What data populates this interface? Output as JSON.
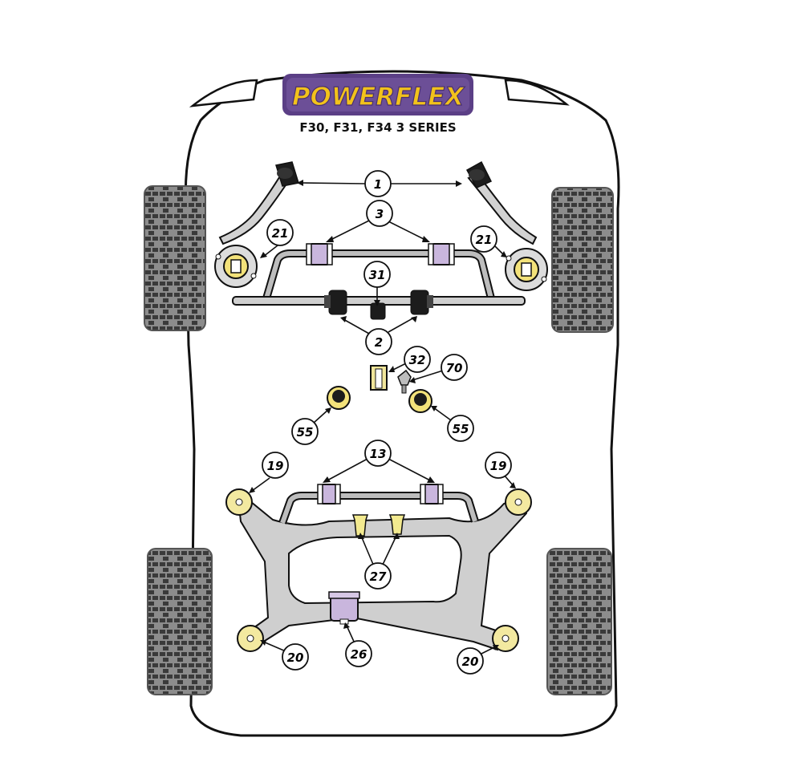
{
  "brand": {
    "logo_text": "POWERFLEX",
    "subtitle": "F30, F31, F34 3 SERIES",
    "logo_bg": "#5b3f86",
    "logo_fg": "#f2c21b"
  },
  "colors": {
    "outline": "#111111",
    "frame": "#cfcfcf",
    "bush_yellow": "#f3ea8f",
    "bush_purple": "#c9b6dd",
    "bush_black": "#1c1c1c"
  },
  "callouts": [
    "1",
    "3",
    "21",
    "21",
    "31",
    "2",
    "32",
    "70",
    "55",
    "55",
    "13",
    "19",
    "19",
    "27",
    "26",
    "20",
    "20"
  ]
}
